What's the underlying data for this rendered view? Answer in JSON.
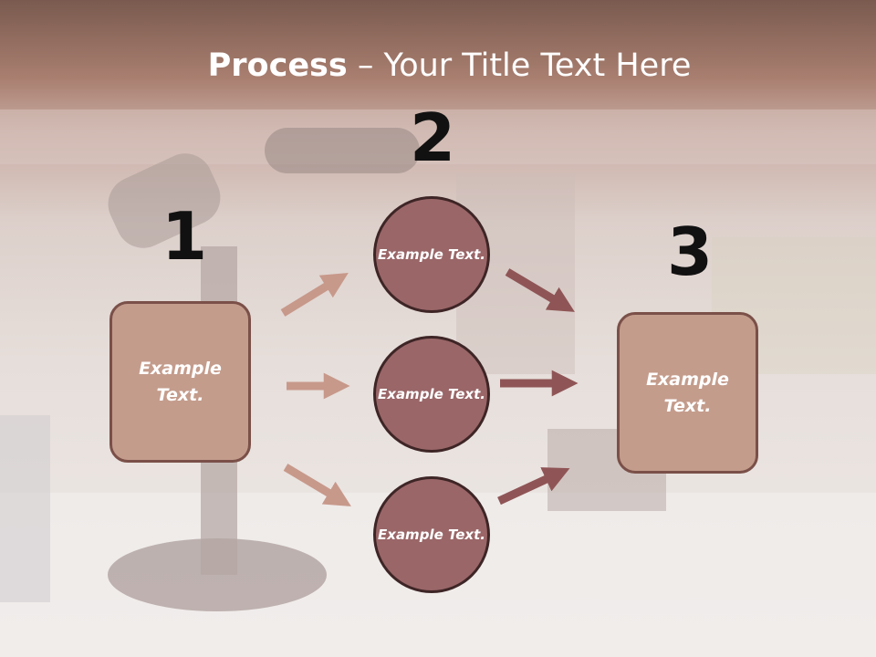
{
  "title": {
    "bold": "Process",
    "rest": " – Your Title Text Here"
  },
  "steps": [
    {
      "number": "1",
      "label": "Example Text."
    },
    {
      "number": "2",
      "items": [
        "Example Text.",
        "Example Text.",
        "Example Text."
      ]
    },
    {
      "number": "3",
      "label": "Example Text."
    }
  ],
  "colors": {
    "box_fill": "#c49c8c",
    "box_border": "#7a5048",
    "circle_fill": "#9a6668",
    "circle_border": "#3e2526",
    "arrow_left": "#c7998b",
    "arrow_right": "#8f5556"
  }
}
